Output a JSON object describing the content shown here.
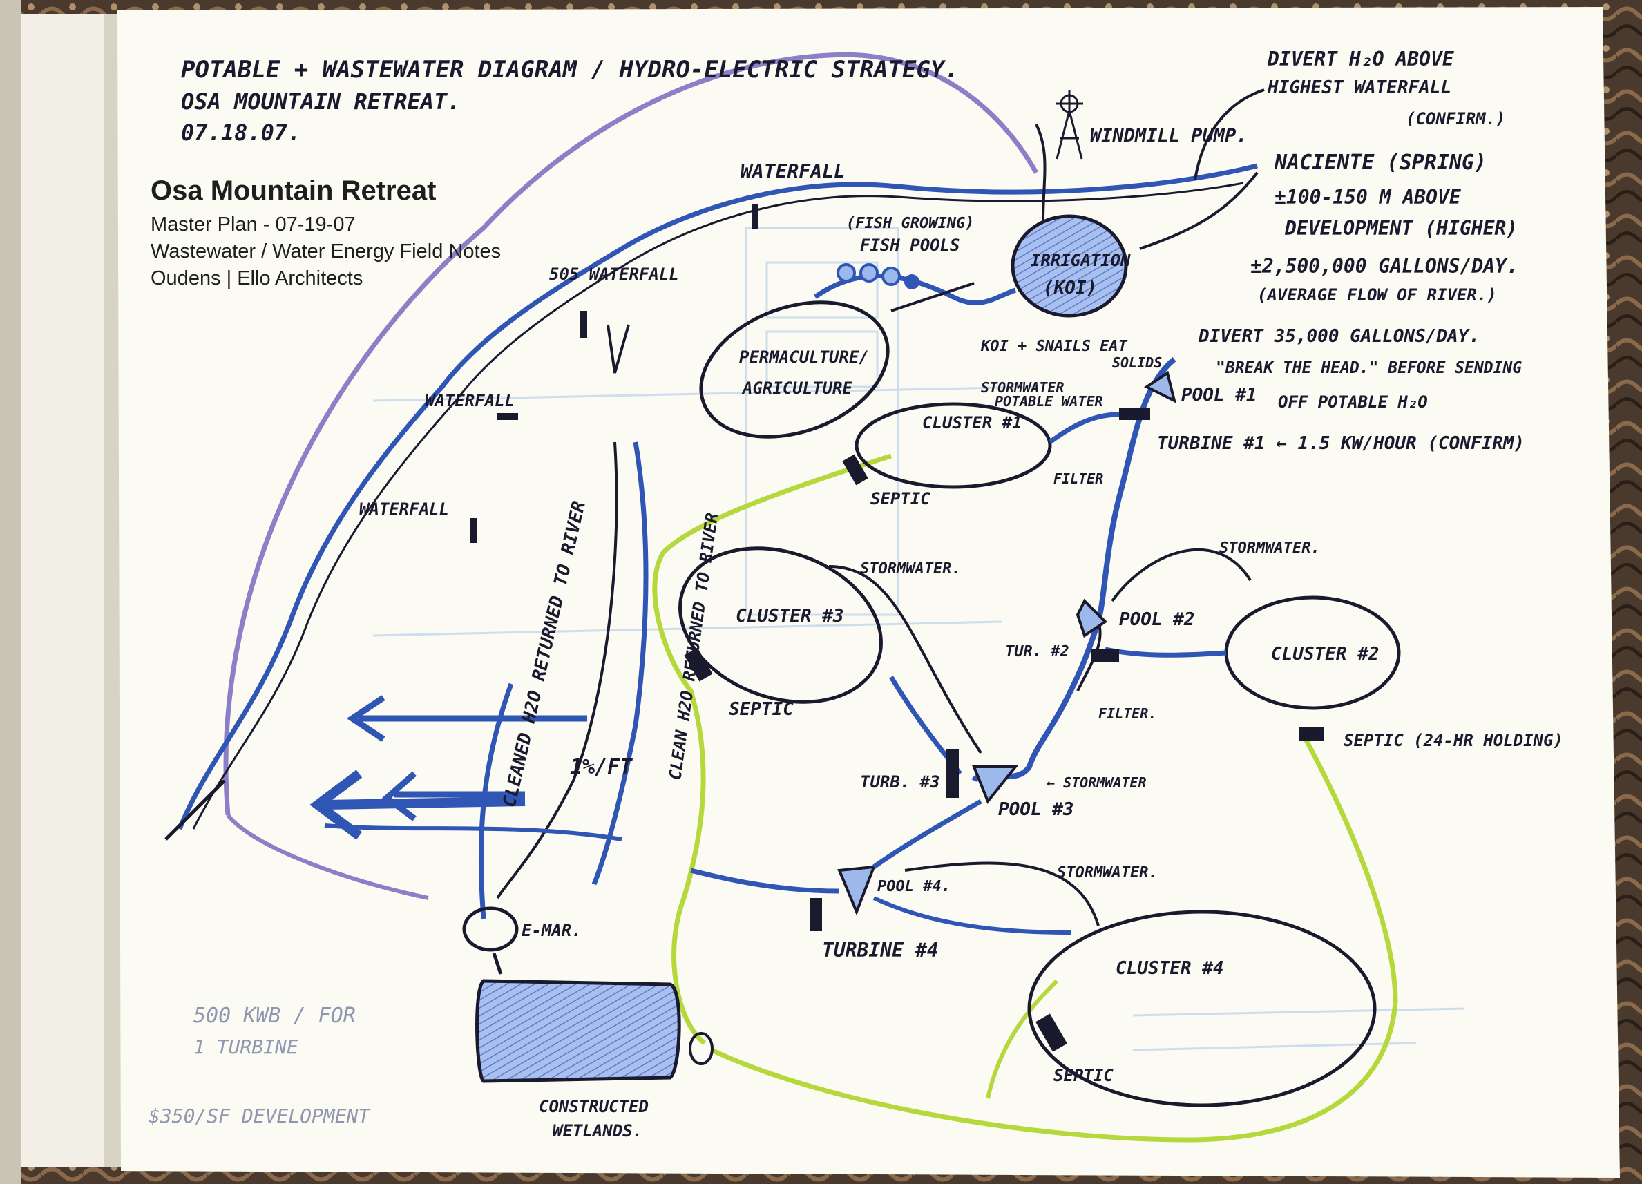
{
  "caption": {
    "title": "Osa Mountain Retreat",
    "line1": "Master Plan - 07-19-07",
    "line2": "Wastewater / Water Energy Field Notes",
    "line3": "Oudens | Ello Architects"
  },
  "header_notes": {
    "line1": "POTABLE + WASTEWATER DIAGRAM / HYDRO-ELECTRIC STRATEGY.",
    "line2": "OSA MOUNTAIN RETREAT.",
    "line3": "07.18.07."
  },
  "nodes": {
    "windmill": "WINDMILL PUMP.",
    "spring": "NACIENTE (SPRING)",
    "spring_height": "±100-150 M ABOVE",
    "spring_dev": "DEVELOPMENT (HIGHER)",
    "gallons": "±2,500,000 GALLONS/DAY.",
    "avg_flow": "(AVERAGE FLOW OF RIVER.)",
    "divert_top1": "DIVERT H₂O ABOVE",
    "divert_top2": "HIGHEST WATERFALL",
    "divert_top3": "(CONFIRM.)",
    "divert_35k": "DIVERT 35,000 GALLONS/DAY.",
    "break_head": "\"BREAK THE HEAD.\" BEFORE SENDING",
    "off_potable": "OFF POTABLE H₂O",
    "waterfall_top": "WATERFALL",
    "fish_growing": "(FISH GROWING)",
    "fish_pools": "FISH POOLS",
    "irrigation": "IRRIGATION",
    "koi": "(KOI)",
    "koi_snails": "KOI + SNAILS EAT",
    "solids": "SOLIDS",
    "permaculture": "PERMACULTURE/",
    "agriculture": "AGRICULTURE",
    "waterfall_505": "505 WATERFALL",
    "waterfall_mid": "WATERFALL",
    "waterfall_low": "WATERFALL",
    "stormwater_1": "STORMWATER",
    "potable_water": "POTABLE WATER",
    "cluster1": "CLUSTER #1",
    "pool1": "POOL #1",
    "turbine1": "TURBINE #1 ← 1.5 KW/HOUR (CONFIRM)",
    "filter1": "FILTER",
    "septic1": "SEPTIC",
    "stormwater_2": "STORMWATER.",
    "cluster3": "CLUSTER #3",
    "septic3": "SEPTIC",
    "stormwater_3": "STORMWATER.",
    "pool2": "POOL #2",
    "cluster2": "CLUSTER #2",
    "tur2": "TUR. #2",
    "filter2": "FILTER.",
    "septic2": "SEPTIC (24-HR HOLDING)",
    "turb3": "TURB. #3",
    "pool3": "POOL #3",
    "stormwater_4": "← STORMWATER",
    "slope": "1%/FT",
    "cleaned": "CLEANED H2O RETURNED TO RIVER",
    "clean_h2o": "CLEAN H2O RETURNED TO RIVER",
    "pool4": "POOL #4.",
    "turbine4": "TURBINE #4",
    "stormwater_5": "STORMWATER.",
    "cluster4": "CLUSTER #4",
    "septic4": "SEPTIC",
    "emar": "E-MAR.",
    "wetlands1": "CONSTRUCTED",
    "wetlands2": "WETLANDS.",
    "faint1": "500 KWB / FOR",
    "faint2": "1 TURBINE",
    "faint3": "$350/SF DEVELOPMENT"
  },
  "colors": {
    "paper": "#fbfaf3",
    "ink": "#1a1a2e",
    "blue": "#2f55b5",
    "purple": "#8c7fc8",
    "green": "#b5d93c",
    "wash": "#9db8ea"
  }
}
